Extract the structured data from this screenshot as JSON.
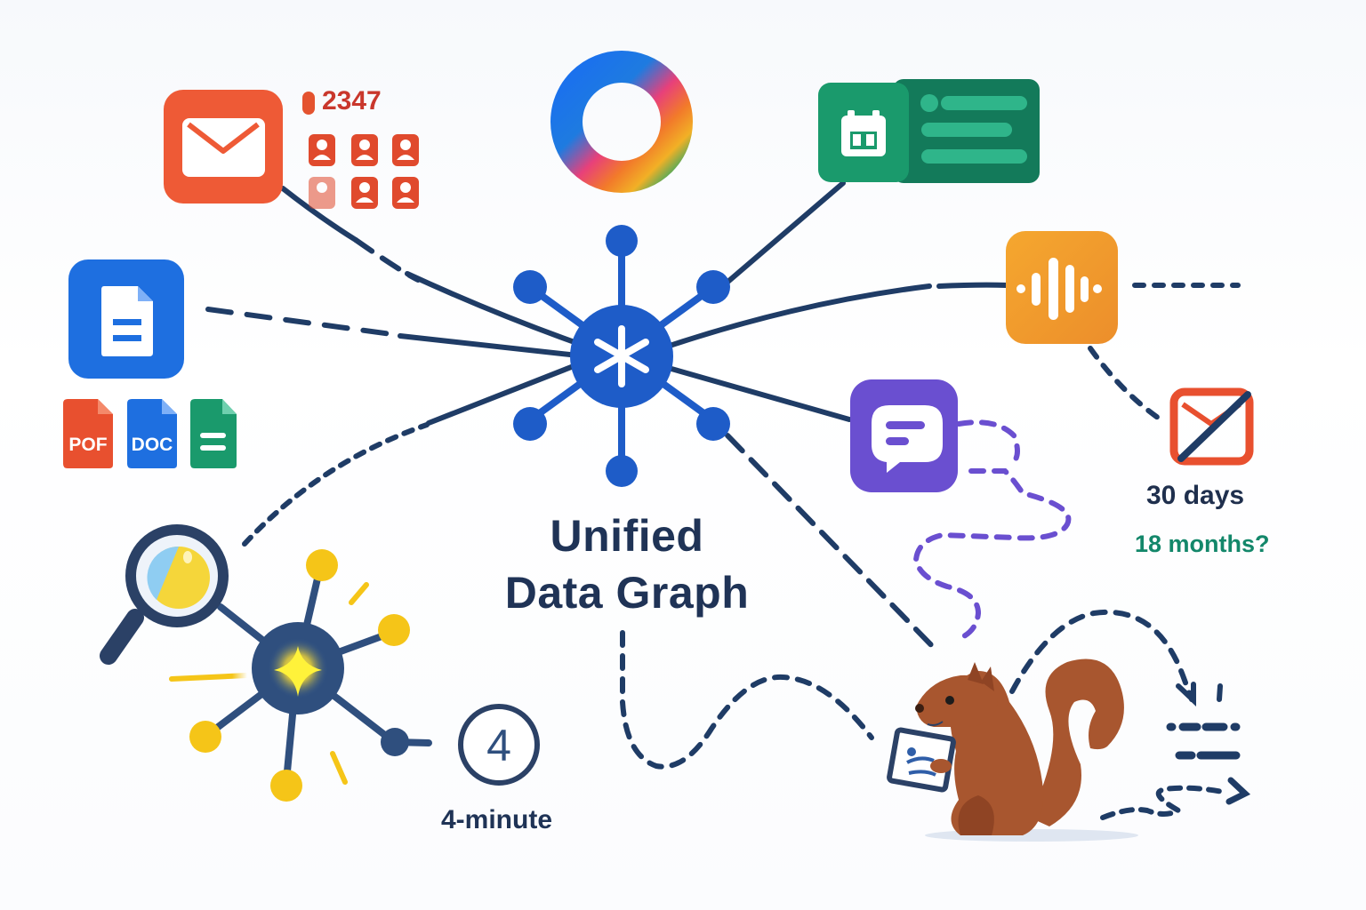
{
  "diagram": {
    "title_line1": "Unified",
    "title_line2": "Data Graph",
    "hub": {
      "icon": "asterisk-hub-icon",
      "color": "#1e5cc8",
      "spokes": 8
    },
    "sources": [
      {
        "id": "email",
        "icon": "envelope-icon",
        "color": "#ee5a36",
        "count": "2347",
        "contacts": 6
      },
      {
        "id": "ring",
        "icon": "gradient-ring-icon"
      },
      {
        "id": "calendar",
        "icon": "calendar-card-icon",
        "color": "#1a9a6c"
      },
      {
        "id": "documents",
        "icon": "document-icon",
        "color": "#1e6fe0",
        "file_types": [
          {
            "label": "POF",
            "color": "#e8502f"
          },
          {
            "label": "DOC",
            "color": "#1e6fe0"
          },
          {
            "label": "",
            "color": "#1a9a6c"
          }
        ]
      },
      {
        "id": "audio",
        "icon": "audio-waveform-icon",
        "color": "#f09a2c"
      },
      {
        "id": "chat",
        "icon": "chat-bubble-icon",
        "color": "#6a4fd0"
      }
    ],
    "retention": {
      "icon": "mail-crossed-out-icon",
      "short_label": "30 days",
      "long_label": "18 months?"
    },
    "search_graph": {
      "icon": "magnifier-icon",
      "hub_icon": "sparkle-icon",
      "timer_value": "4",
      "timer_label": "4-minute"
    },
    "mascot": {
      "icon": "squirrel-icon",
      "holding": "tablet-icon"
    },
    "colors": {
      "line": "#1f3c66",
      "hub": "#1e5cc8",
      "purple_path": "#6a4fd0",
      "yellow": "#f5c518",
      "text_dark": "#1f3356",
      "text_green": "#13876a",
      "count_red": "#c9372c"
    }
  }
}
